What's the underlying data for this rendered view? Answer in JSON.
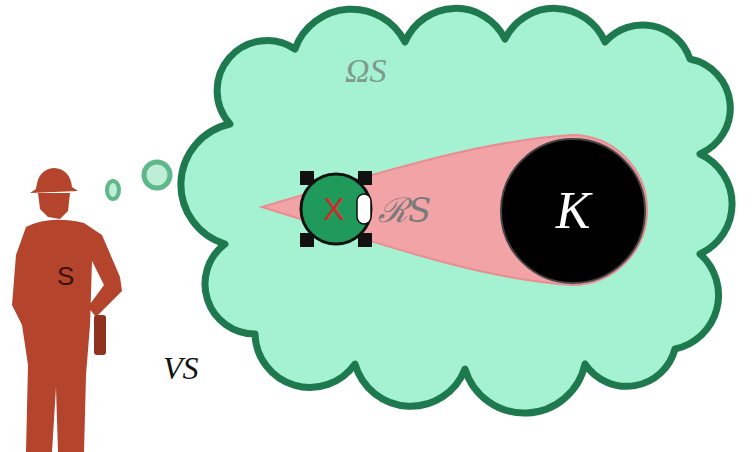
{
  "diagram": {
    "nodes": [
      {
        "text": [
          "S"
        ]
      },
      {
        "text": [
          "ΩS"
        ]
      },
      {
        "text": [
          "ℛS"
        ],
        "in": 1
      },
      {
        "text": [
          "X"
        ],
        "in": 2
      },
      {
        "text": [
          "K"
        ],
        "in": 1
      }
    ],
    "labels": [
      "VS"
    ]
  }
}
